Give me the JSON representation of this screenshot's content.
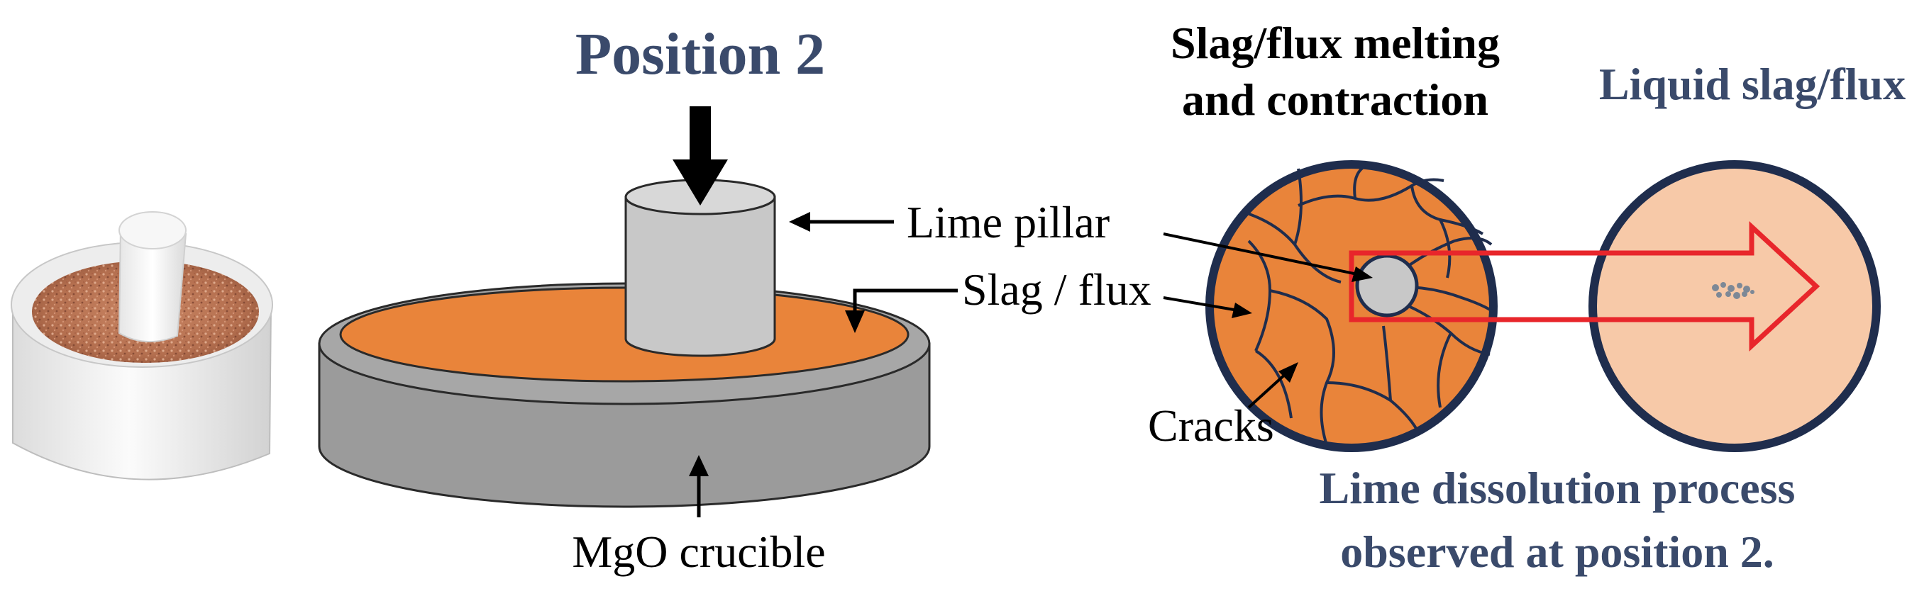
{
  "labels": {
    "position": "Position 2",
    "lime_pillar": "Lime pillar",
    "slag_flux": "Slag / flux",
    "mgo_crucible": "MgO crucible",
    "cracks": "Cracks",
    "melting_line1": "Slag/flux melting",
    "melting_line2": "and contraction",
    "liquid": "Liquid slag/flux",
    "caption_line1": "Lime dissolution process",
    "caption_line2": "observed at position 2."
  },
  "colors": {
    "title_blue": "#3a4a6b",
    "navy": "#1f2d4d",
    "slag_orange": "#e9843a",
    "liquid_peach": "#f7c9a8",
    "crucible_gray": "#9b9b9b",
    "lime_gray": "#c8c8c8",
    "arrow_red": "#e8262b"
  }
}
